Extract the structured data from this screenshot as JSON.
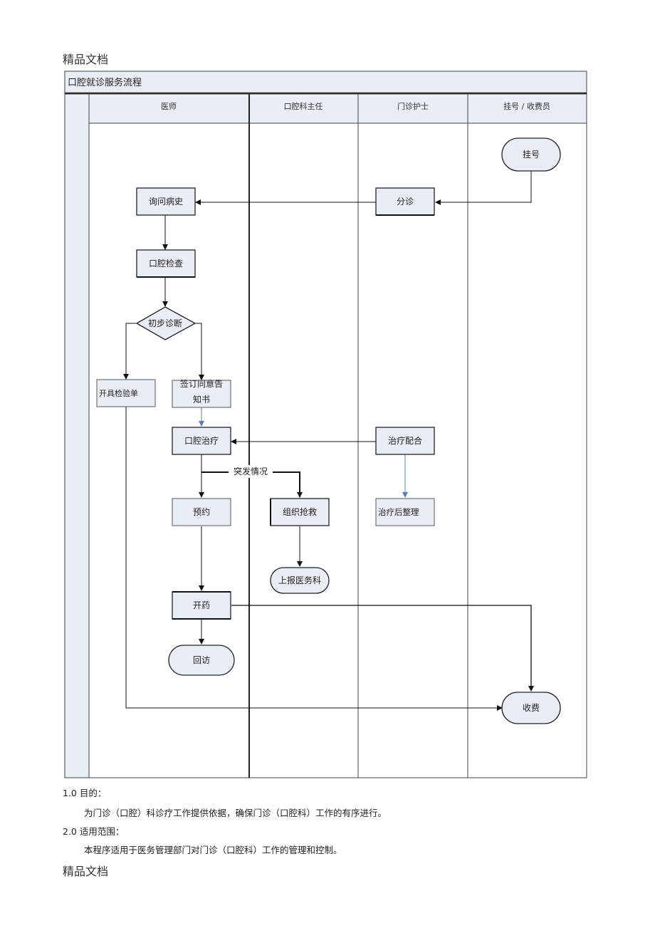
{
  "page_header": "精品文档",
  "page_footer": "精品文档",
  "flowchart": {
    "title": "口腔就诊服务流程",
    "lanes": [
      "医师",
      "口腔科主任",
      "门诊护士",
      "挂号 / 收费员"
    ],
    "nodes": {
      "guahao": "挂号",
      "fenzhen": "分诊",
      "xunwen": "询问病史",
      "jiancha": "口腔检查",
      "zhenduan": "初步诊断",
      "jianyan": "开具检验单",
      "tongyi_1": "签订同意告",
      "tongyi_2": "知书",
      "zhiliao": "口腔治疗",
      "peihe": "治疗配合",
      "tufa": "突发情况",
      "yuyue": "预约",
      "qiangjiu": "组织抢救",
      "zhengli": "治疗后整理",
      "shangbao": "上报医务科",
      "kaiyao": "开药",
      "huifang": "回访",
      "shoufei": "收费"
    }
  },
  "sections": [
    {
      "heading_num": "1.0",
      "heading": "目的：",
      "body": "为门诊（口腔）科诊疗工作提供依据，确保门诊（口腔科）工作的有序进行。"
    },
    {
      "heading_num": "2.0",
      "heading": "适用范围：",
      "body": "本程序适用于医务管理部门对门诊（口腔科）工作的管理和控制。"
    }
  ]
}
